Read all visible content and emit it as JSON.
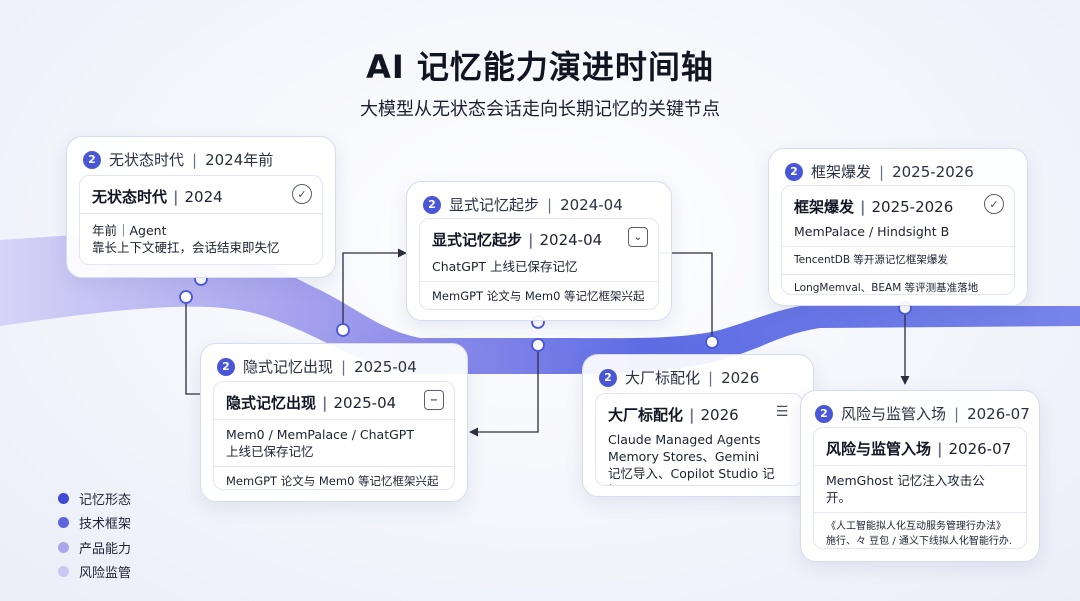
{
  "title": "AI 记忆能力演进时间轴",
  "subtitle": "大模型从无状态会话走向长期记忆的关键节点",
  "colors": {
    "accent": "#4a56d8",
    "band_start": "#c7c5f3",
    "band_end": "#4c5ce0",
    "node_stroke": "#4a56d8"
  },
  "cards": [
    {
      "num": "2",
      "head_title": "无状态时代",
      "head_date": "2024年前",
      "inner_title": "无状态时代",
      "inner_date": "2024",
      "icon": "check-circle-icon",
      "rows": [
        "年前｜Agent\n靠长上下文硬扛，会话结束即失忆"
      ]
    },
    {
      "num": "2",
      "head_title": "显式记忆起步",
      "head_date": "2024-04",
      "inner_title": "显式记忆起步",
      "inner_date": "2024-04",
      "icon": "chat-box-icon",
      "rows": [
        "ChatGPT 上线已保存记忆",
        "MemGPT 论文与 Mem0 等记忆框架兴起"
      ]
    },
    {
      "num": "2",
      "head_title": "框架爆发",
      "head_date": "2025-2026",
      "inner_title": "框架爆发",
      "inner_date": "2025-2026",
      "icon": "check-circle-icon",
      "rows": [
        "MemPalace / Hindsight B",
        "TencentDB 等开源记忆框架爆发",
        "LongMemval、BEAM 等评测基准落地"
      ]
    },
    {
      "num": "2",
      "head_title": "隐式记忆出现",
      "head_date": "2025-04",
      "inner_title": "隐式记忆出现",
      "inner_date": "2025-04",
      "icon": "note-box-icon",
      "rows": [
        "Mem0 / MemPalace / ChatGPT\n上线已保存记忆",
        "MemGPT 论文与 Mem0 等记忆框架兴起"
      ]
    },
    {
      "num": "2",
      "head_title": "大厂标配化",
      "head_date": "2026",
      "inner_title": "大厂标配化",
      "inner_date": "2026",
      "icon": "list-icon",
      "rows": [
        "Claude Managed Agents\nMemory Stores、Gemini\n记忆导入、Copilot Studio 记忆、"
      ]
    },
    {
      "num": "2",
      "head_title": "风险与监管入场",
      "head_date": "2026-07",
      "inner_title": "风险与监管入场",
      "inner_date": "2026-07",
      "icon": "",
      "rows": [
        "MemGhost 记忆注入攻击公\n开。",
        "《人工智能拟人化互动服务管理行办法》\n施行、々 豆包 / 通义下线拟人化智能行办."
      ]
    }
  ],
  "legend": [
    {
      "label": "记忆形态",
      "color": "#3d4bd6"
    },
    {
      "label": "技术框架",
      "color": "#5e63e0"
    },
    {
      "label": "产品能力",
      "color": "#a9a6ec"
    },
    {
      "label": "风险监管",
      "color": "#c9c8f2"
    }
  ]
}
